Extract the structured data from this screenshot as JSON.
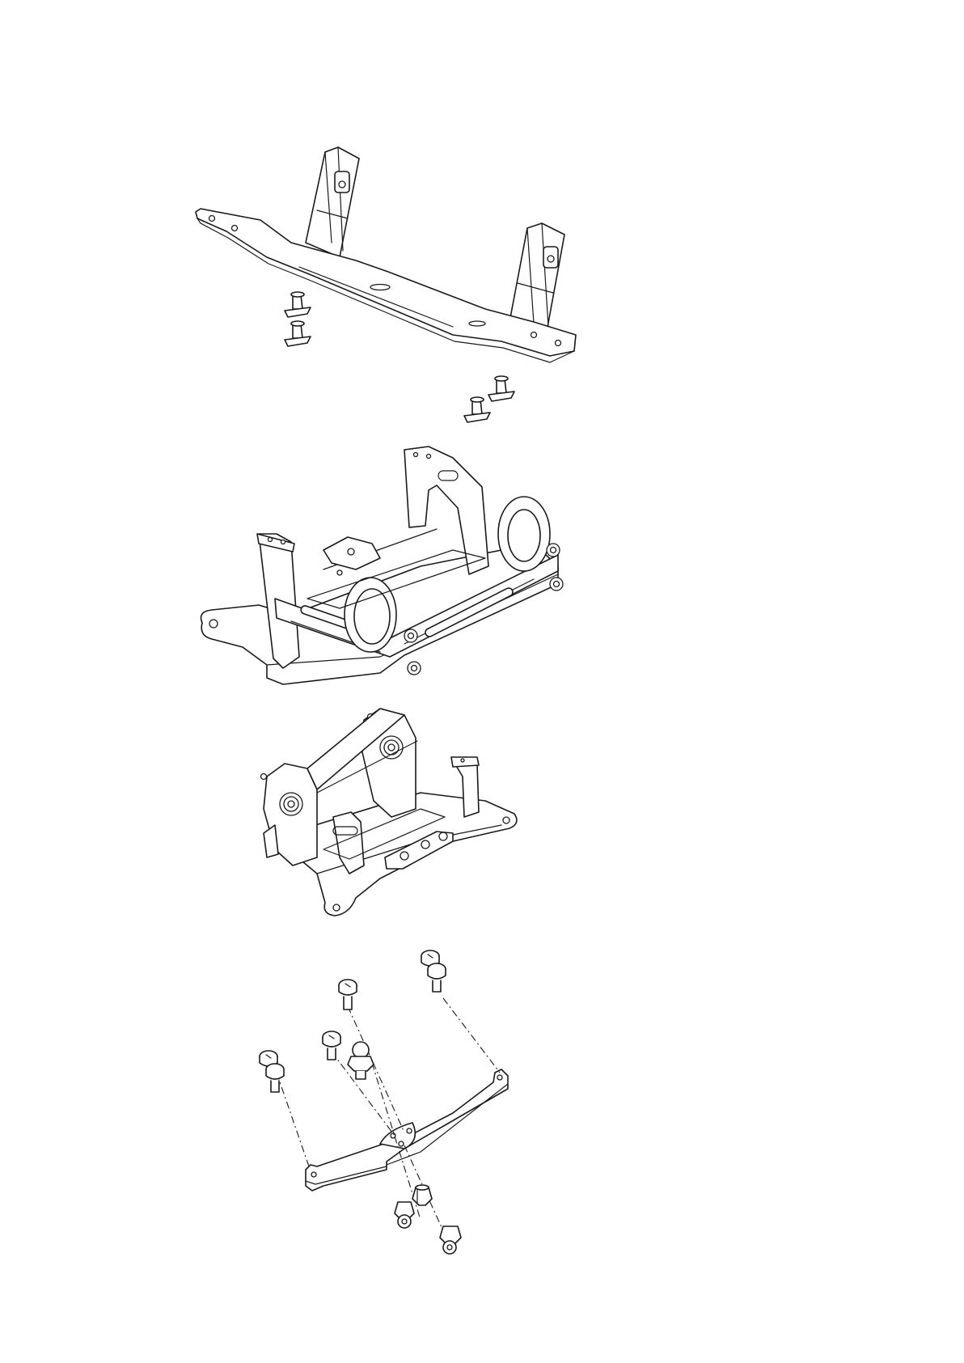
{
  "drawing": {
    "kind": "exploded-isometric-line-drawing",
    "line_color": "#1a1a1a",
    "background": "#ffffff",
    "parts": [
      {
        "id": "upper-plate-assembly",
        "icon": "rail-plate-icon"
      },
      {
        "id": "countersunk-screws-left",
        "icon": "countersunk-screw-icon",
        "count": 2
      },
      {
        "id": "countersunk-screws-right",
        "icon": "countersunk-screw-icon",
        "count": 2
      },
      {
        "id": "chassis-frame-front-view",
        "icon": "frame-icon"
      },
      {
        "id": "chassis-frame-rear-view",
        "icon": "frame-icon"
      },
      {
        "id": "button-head-screws",
        "icon": "button-head-screw-icon",
        "count": 5
      },
      {
        "id": "ball-stud",
        "icon": "ball-stud-icon",
        "count": 1
      },
      {
        "id": "lower-plate",
        "icon": "lower-plate-icon"
      },
      {
        "id": "bottom-ball-ends",
        "icon": "ball-end-icon",
        "count": 3
      }
    ]
  }
}
